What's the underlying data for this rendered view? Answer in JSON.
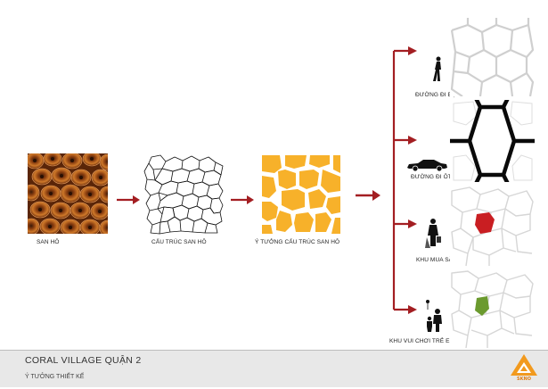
{
  "steps": [
    {
      "caption": "SAN HÔ"
    },
    {
      "caption": "CẤU TRÚC SAN HÔ"
    },
    {
      "caption": "Ý TƯỞNG CẤU TRÚC SAN HÔ"
    }
  ],
  "branches": [
    {
      "caption": "ĐƯỜNG ĐI BỘ"
    },
    {
      "caption": "ĐƯỜNG ĐI ÔTÔ"
    },
    {
      "caption": "KHU MUA SẮM"
    },
    {
      "caption": "KHU VUI CHƠI TRẺ EM"
    }
  ],
  "footer": {
    "title": "CORAL VILLAGE QUẬN 2",
    "subtitle": "Ý TƯỞNG THIẾT KẾ",
    "logo_text": "SKNO"
  },
  "colors": {
    "arrow": "#a31e22",
    "coral": "#c46a1f",
    "orange_cell": "#f7b12a",
    "shopping": "#c91e22",
    "playground": "#6b9a2e",
    "logo": "#f29a1e"
  }
}
